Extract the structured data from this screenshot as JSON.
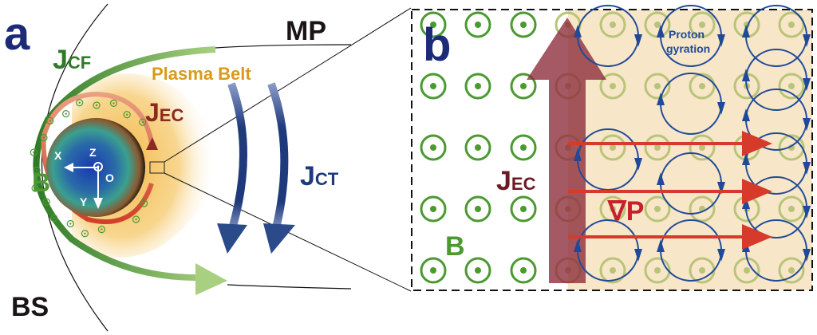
{
  "panel_a": {
    "panel_label": "a",
    "labels": {
      "mp": "MP",
      "bs": "BS",
      "plasma_belt": "Plasma Belt",
      "jcf_main": "J",
      "jcf_sub": "CF",
      "jec_main": "J",
      "jec_sub": "EC",
      "jct_main": "J",
      "jct_sub": "CT",
      "b_field": "B"
    },
    "axes": {
      "x": "X",
      "y": "Y",
      "z": "Z",
      "origin": "O"
    }
  },
  "panel_b": {
    "panel_label": "b",
    "labels": {
      "proton_line1": "Proton",
      "proton_line2": "gyration",
      "jec_main": "J",
      "jec_sub": "EC",
      "grad_p": "∇P",
      "b_field": "B"
    }
  },
  "colors": {
    "panel_label": "#1c2a78",
    "jcf_green": "#3a8a2a",
    "plasma_orange": "#f0b040",
    "plasma_text": "#d99a1c",
    "jec_red": "#8a2a22",
    "jct_blue": "#1e3a7a",
    "field_green": "#4a9a30",
    "faded_green": "#b8c478",
    "gyration_blue": "#1f4a9a",
    "gradp_red": "#d63a2a",
    "belt_bg": "#f8e6c8"
  }
}
